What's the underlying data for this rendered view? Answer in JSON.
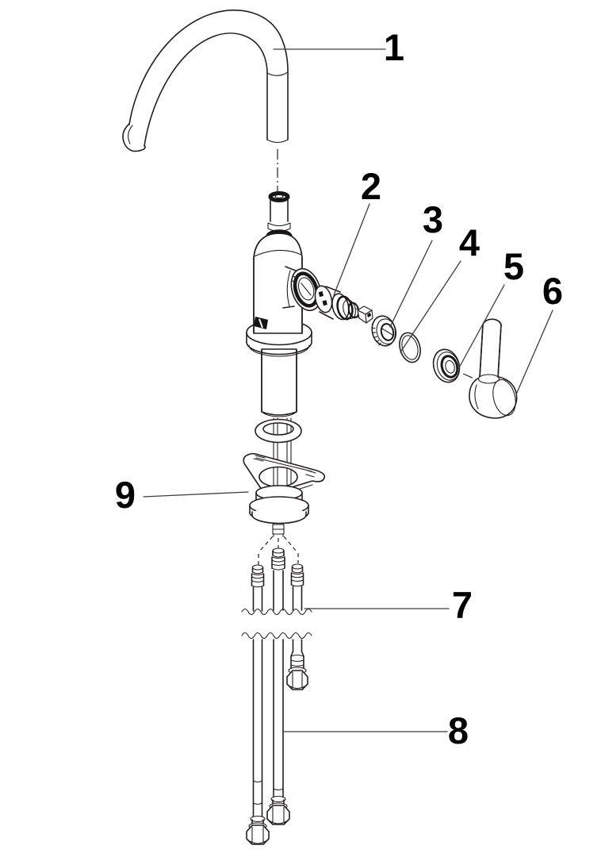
{
  "diagram": {
    "kind": "exploded-parts-diagram",
    "colors": {
      "line": "#231f20",
      "background": "#ffffff",
      "label": "#000000"
    },
    "labels": [
      {
        "number": "1",
        "part": "spout"
      },
      {
        "number": "2",
        "part": "cartridge"
      },
      {
        "number": "3",
        "part": "cartridge-ring-nut"
      },
      {
        "number": "4",
        "part": "o-ring"
      },
      {
        "number": "5",
        "part": "trim-cap"
      },
      {
        "number": "6",
        "part": "lever-handle"
      },
      {
        "number": "7",
        "part": "supply-tube-connectors"
      },
      {
        "number": "8",
        "part": "supply-hose"
      },
      {
        "number": "9",
        "part": "mounting-nut"
      }
    ]
  }
}
